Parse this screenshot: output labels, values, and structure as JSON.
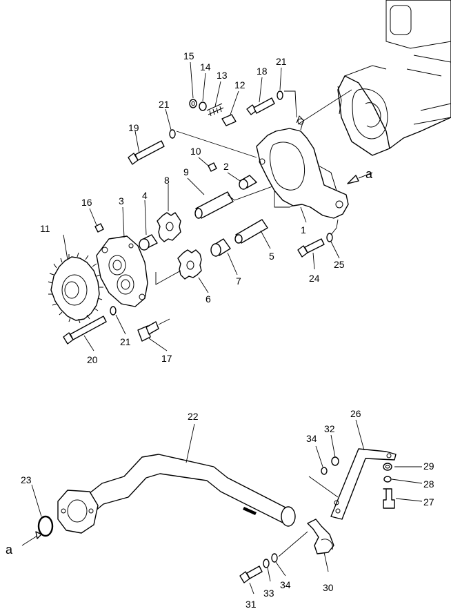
{
  "diagram": {
    "callouts": [
      {
        "id": "c1",
        "text": "1"
      },
      {
        "id": "c2",
        "text": "2"
      },
      {
        "id": "c3",
        "text": "3"
      },
      {
        "id": "c4",
        "text": "4"
      },
      {
        "id": "c5",
        "text": "5"
      },
      {
        "id": "c6",
        "text": "6"
      },
      {
        "id": "c7",
        "text": "7"
      },
      {
        "id": "c8",
        "text": "8"
      },
      {
        "id": "c9",
        "text": "9"
      },
      {
        "id": "c10",
        "text": "10"
      },
      {
        "id": "c11",
        "text": "11"
      },
      {
        "id": "c12",
        "text": "12"
      },
      {
        "id": "c13",
        "text": "13"
      },
      {
        "id": "c14",
        "text": "14"
      },
      {
        "id": "c15",
        "text": "15"
      },
      {
        "id": "c16",
        "text": "16"
      },
      {
        "id": "c17",
        "text": "17"
      },
      {
        "id": "c18",
        "text": "18"
      },
      {
        "id": "c19",
        "text": "19"
      },
      {
        "id": "c20",
        "text": "20"
      },
      {
        "id": "c21a",
        "text": "21"
      },
      {
        "id": "c21b",
        "text": "21"
      },
      {
        "id": "c21c",
        "text": "21"
      },
      {
        "id": "c22",
        "text": "22"
      },
      {
        "id": "c23",
        "text": "23"
      },
      {
        "id": "c24",
        "text": "24"
      },
      {
        "id": "c25",
        "text": "25"
      },
      {
        "id": "c26",
        "text": "26"
      },
      {
        "id": "c27",
        "text": "27"
      },
      {
        "id": "c28",
        "text": "28"
      },
      {
        "id": "c29",
        "text": "29"
      },
      {
        "id": "c30",
        "text": "30"
      },
      {
        "id": "c31",
        "text": "31"
      },
      {
        "id": "c32",
        "text": "32"
      },
      {
        "id": "c33",
        "text": "33"
      },
      {
        "id": "c34a",
        "text": "34"
      },
      {
        "id": "c34b",
        "text": "34"
      }
    ],
    "connection_marks": {
      "top": "a",
      "bottom": "a"
    }
  }
}
